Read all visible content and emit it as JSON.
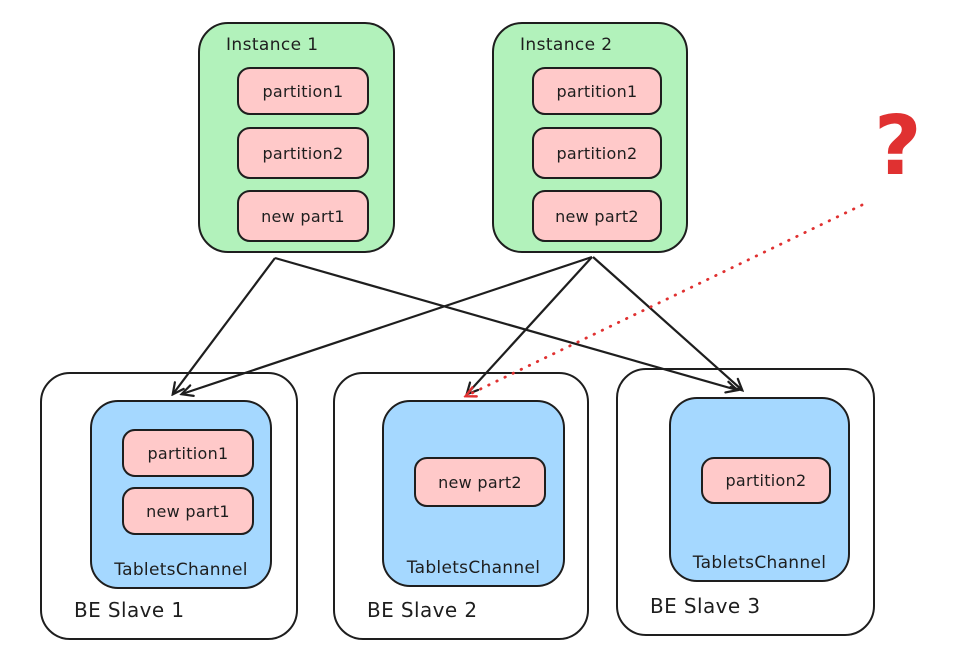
{
  "colors": {
    "green": "#b2f2bb",
    "pink": "#ffc9c9",
    "blue": "#a5d8ff",
    "stroke": "#1e1e1e",
    "red": "#e03131",
    "background": "#ffffff"
  },
  "instances": [
    {
      "label": "Instance 1",
      "partitions": [
        "partition1",
        "partition2",
        "new part1"
      ]
    },
    {
      "label": "Instance 2",
      "partitions": [
        "partition1",
        "partition2",
        "new part2"
      ]
    }
  ],
  "be_slaves": [
    {
      "label": "BE Slave 1",
      "channel_label": "TabletsChannel",
      "partitions": [
        "partition1",
        "new part1"
      ]
    },
    {
      "label": "BE Slave 2",
      "channel_label": "TabletsChannel",
      "partitions": [
        "new part2"
      ]
    },
    {
      "label": "BE Slave 3",
      "channel_label": "TabletsChannel",
      "partitions": [
        "partition2"
      ]
    }
  ],
  "annotation": {
    "question_mark": "?"
  },
  "edges": [
    {
      "from": "Instance 1",
      "to": "BE Slave 1 TabletsChannel",
      "style": "solid-black-arrow"
    },
    {
      "from": "Instance 1",
      "to": "BE Slave 3 TabletsChannel",
      "style": "solid-black-arrow"
    },
    {
      "from": "Instance 2",
      "to": "BE Slave 1 TabletsChannel",
      "style": "solid-black-arrow"
    },
    {
      "from": "Instance 2",
      "to": "BE Slave 2 TabletsChannel",
      "style": "solid-black-arrow"
    },
    {
      "from": "Instance 2",
      "to": "BE Slave 3 TabletsChannel",
      "style": "solid-black-arrow"
    },
    {
      "from": "question-mark",
      "to": "BE Slave 2 TabletsChannel",
      "style": "dotted-red-arrow"
    }
  ]
}
